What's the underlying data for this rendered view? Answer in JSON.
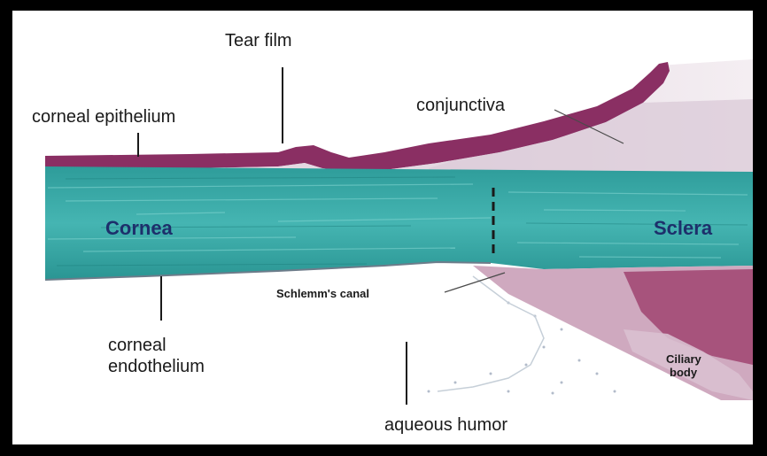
{
  "labels": {
    "tear_film": "Tear film",
    "corneal_epithelium": "corneal epithelium",
    "conjunctiva": "conjunctiva",
    "cornea": "Cornea",
    "sclera": "Sclera",
    "schlemms_canal": "Schlemm's canal",
    "corneal_endothelium_1": "corneal",
    "corneal_endothelium_2": "endothelium",
    "ciliary_body_1": "Ciliary",
    "ciliary_body_2": "body",
    "aqueous_humor": "aqueous humor"
  },
  "colors": {
    "frame": "#000000",
    "background": "#ffffff",
    "stroma": "#3aa8a6",
    "stroma_dark": "#1f8e8c",
    "epithelium": "#8a2f63",
    "ciliary": "#a0456e",
    "label_text": "#1a1a1a",
    "cornea_text": "#1d2f6b"
  }
}
